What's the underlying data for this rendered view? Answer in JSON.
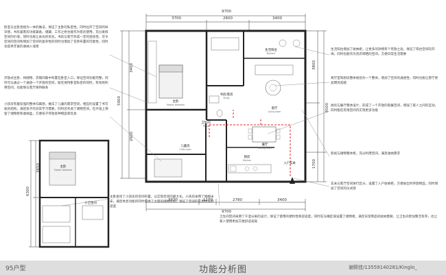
{
  "dimensions": {
    "top_total": "9700",
    "top_left": "3700",
    "top_mid": "2600",
    "top_right": "3400",
    "bottom_1": "3320",
    "bottom_2": "1100",
    "bottom_3": "2780",
    "bottom_4": "3400",
    "bottom_total": "9700",
    "left_1": "3400",
    "left_2": "2600",
    "left_3": "5900",
    "right_1": "3800",
    "right_2": "8500",
    "right_3": "1700",
    "small_left_1": "3650",
    "small_left_2": "6300"
  },
  "rooms": {
    "master": "主卧",
    "master_en": "Master bedroom",
    "bath": "卫生间",
    "bath_en": "Toilet",
    "study": "书房/客房",
    "study_en": "Study",
    "living": "客厅",
    "living_en": "Living room",
    "child": "儿童房",
    "child_en": "Child room",
    "dining": "餐厅",
    "dining_en": "Dining room",
    "kitchen": "厨房",
    "kitchen_en": "Kitchen",
    "entrance": "入户玄关",
    "balcony": "生活阳台",
    "balcony_en": "Balcony",
    "small_master": "主卧",
    "small_master_en": "Master bedroom",
    "small_bath": "小卫生间"
  },
  "notes": {
    "left_1": "卧室与主卧连接为一体的做法，保证了主卧的私密性，同时拉开了空间的纵深感，书房兼客房功能兼备，储藏、工作之余也能作为客房使用，充分发挥空间的价值，同时也能让采光的优化，书房与客厅形成一定的连续性，可令空间的空间和增加了空间的复杂性的同时也增加了花草布置的可能性，同时也提供丰富的收纳入墙柜",
    "left_2": "开放式主卧，将储物、衣帽间集中布置在卧室入口，保证空间功能完整，同时可以通过一个通道一个开放的空间，能在保持卧室私密的同时，有效地利用空间，也能够与客厅保持联系",
    "left_3": "小孩房有着较强的整体归属感，做法了儿童的需求空间，相应的设置了书写板的结构，满足孩子的日常学习需要，同时还考虑了储物空间，在外墙上预留了储物柜和收纳盒，方便孩子存放各种物品和玩具",
    "left_4": "主卧套间了小孩房的空间布置，以实现空间的最大化，小孩房采用了榻榻米床，满足休息功能的同时提供了大量的储物空间，保证了空间的实用性与舒适度",
    "right_1": "生活阳台增加了收纳柜，让更多的杂物有个存放之处，保证了阳台空间的开阔，同时也能作为洗衣晾晒的空间，方便日常生活需要",
    "right_2": "将厅室和厨房整体规划为一个整体，增加了空间的通透性，同时也能让客厅更加明亮宽敞",
    "right_3": "厨房与餐厅整体设计，形成了一个开放的就餐空间，增强了家人之间的互动，同时能在有限空间内实现更多功能",
    "right_4": "影视与储物整体柜，充分利用空间，满足收纳需求",
    "right_5": "玄关与客厅空间进行区分，设置了入户收纳柜，方便进出时存放物品，同时增加了空间的仪式感",
    "bottom_1": "卫生间空间采用了干湿分离的设计，保证了使用的便利性和舒适度，同时在马桶区域设置了储物柜，满足日常用品的收纳需要，让卫生间更加整洁有序，也让家人使用更加方便舒适美观"
  },
  "footer": {
    "type_label": "95户型",
    "title": "功能分析图",
    "author": "谢熙佳/13559140281/Kinglo_"
  }
}
